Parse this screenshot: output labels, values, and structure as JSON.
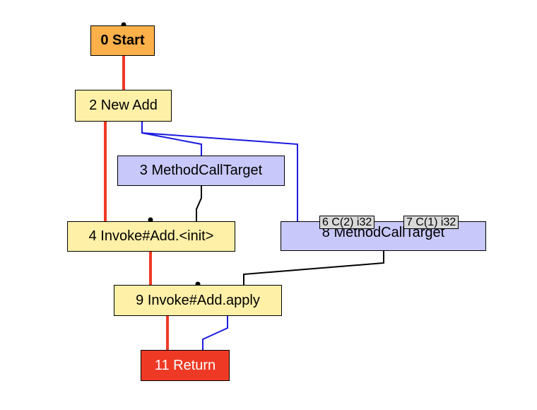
{
  "nodes": {
    "n0": "0 Start",
    "n2": "2 New Add",
    "n3": "3 MethodCallTarget",
    "n4": "4 Invoke#Add.<init>",
    "n8": "8 MethodCallTarget",
    "n9": "9 Invoke#Add.apply",
    "n11": "11 Return"
  },
  "constants": {
    "c6": "6 C(2) i32",
    "c7": "7 C(1) i32"
  },
  "colors": {
    "control_edge": "#ee3a25",
    "data_edge": "#1a1adf",
    "call_edge": "#000000",
    "start_fill": "#fbb04a",
    "fixed_node_fill": "#fff0a8",
    "floating_node_fill": "#c8c8fa",
    "return_fill": "#ee3a25",
    "constant_fill": "#d9d9d9"
  }
}
